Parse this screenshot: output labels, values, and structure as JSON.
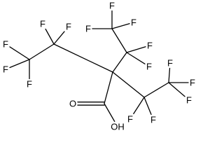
{
  "structure": {
    "atoms": [
      {
        "id": "c_center",
        "element": "C"
      },
      {
        "id": "c_l1",
        "element": "C"
      },
      {
        "id": "c_l2",
        "element": "C"
      },
      {
        "id": "c_t1",
        "element": "C"
      },
      {
        "id": "c_t2",
        "element": "C"
      },
      {
        "id": "c_r1",
        "element": "C"
      },
      {
        "id": "c_r2",
        "element": "C"
      },
      {
        "id": "c_acid",
        "element": "C"
      },
      {
        "id": "f1",
        "label": "F"
      },
      {
        "id": "f2",
        "label": "F"
      },
      {
        "id": "f3",
        "label": "F"
      },
      {
        "id": "f4",
        "label": "F"
      },
      {
        "id": "f5",
        "label": "F"
      },
      {
        "id": "f6",
        "label": "F"
      },
      {
        "id": "f7",
        "label": "F"
      },
      {
        "id": "f8",
        "label": "F"
      },
      {
        "id": "f9",
        "label": "F"
      },
      {
        "id": "f10",
        "label": "F"
      },
      {
        "id": "f11",
        "label": "F"
      },
      {
        "id": "f12",
        "label": "F"
      },
      {
        "id": "f13",
        "label": "F"
      },
      {
        "id": "f14",
        "label": "F"
      },
      {
        "id": "f15",
        "label": "F"
      },
      {
        "id": "o_carbonyl",
        "label": "O"
      },
      {
        "id": "o_hydroxyl",
        "label": "OH"
      }
    ],
    "bonds": [
      {
        "from": "c_center",
        "to": "c_l1",
        "order": 1
      },
      {
        "from": "c_l1",
        "to": "c_l2",
        "order": 1
      },
      {
        "from": "c_center",
        "to": "c_t1",
        "order": 1
      },
      {
        "from": "c_t1",
        "to": "c_t2",
        "order": 1
      },
      {
        "from": "c_center",
        "to": "c_r1",
        "order": 1
      },
      {
        "from": "c_r1",
        "to": "c_r2",
        "order": 1
      },
      {
        "from": "c_center",
        "to": "c_acid",
        "order": 1
      },
      {
        "from": "c_acid",
        "to": "o_carbonyl",
        "order": 2
      },
      {
        "from": "c_acid",
        "to": "o_hydroxyl",
        "order": 1
      },
      {
        "from": "c_l1",
        "to": "f1",
        "order": 1
      },
      {
        "from": "c_l1",
        "to": "f2",
        "order": 1
      },
      {
        "from": "c_l2",
        "to": "f3",
        "order": 1
      },
      {
        "from": "c_l2",
        "to": "f4",
        "order": 1
      },
      {
        "from": "c_l2",
        "to": "f5",
        "order": 1
      },
      {
        "from": "c_t1",
        "to": "f6",
        "order": 1
      },
      {
        "from": "c_t1",
        "to": "f7",
        "order": 1
      },
      {
        "from": "c_t2",
        "to": "f8",
        "order": 1
      },
      {
        "from": "c_t2",
        "to": "f9",
        "order": 1
      },
      {
        "from": "c_t2",
        "to": "f10",
        "order": 1
      },
      {
        "from": "c_r1",
        "to": "f11",
        "order": 1
      },
      {
        "from": "c_r1",
        "to": "f12",
        "order": 1
      },
      {
        "from": "c_r2",
        "to": "f13",
        "order": 1
      },
      {
        "from": "c_r2",
        "to": "f14",
        "order": 1
      },
      {
        "from": "c_r2",
        "to": "f15",
        "order": 1
      }
    ]
  }
}
